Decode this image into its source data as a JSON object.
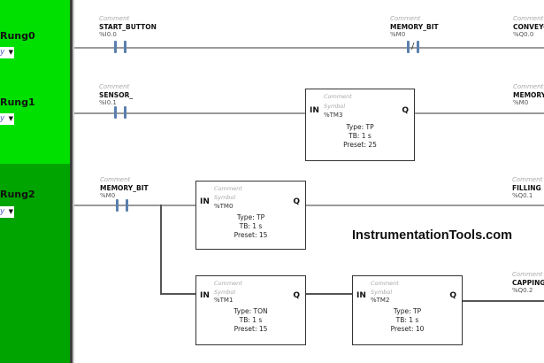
{
  "rungs": [
    {
      "label": "Rung0",
      "select_value": "y"
    },
    {
      "label": "Rung1",
      "select_value": "y"
    },
    {
      "label": "Rung2",
      "select_value": "y"
    }
  ],
  "comment_placeholder": "Comment",
  "symbol_placeholder": "Symbol",
  "rung0": {
    "contact1": {
      "comment": "Comment",
      "symbol": "START_BUTTON",
      "address": "%I0.0",
      "type": "normally-open"
    },
    "contact2": {
      "comment": "Comment",
      "symbol": "MEMORY_BIT",
      "address": "%M0",
      "type": "normally-closed"
    },
    "coil": {
      "comment": "Comment",
      "symbol": "CONVEYO",
      "address": "%Q0.0"
    }
  },
  "rung1": {
    "contact1": {
      "comment": "Comment",
      "symbol": "SENSOR_",
      "address": "%I0.1",
      "type": "normally-open"
    },
    "timer": {
      "comment": "Comment",
      "symbol": "Symbol",
      "address": "%TM3",
      "in": "IN",
      "q": "Q",
      "type": "Type: TP",
      "tb": "TB: 1 s",
      "preset": "Preset: 25"
    },
    "coil": {
      "comment": "Comment",
      "symbol": "MEMORY",
      "address": "%M0"
    }
  },
  "rung2": {
    "contact1": {
      "comment": "Comment",
      "symbol": "MEMORY_BIT",
      "address": "%M0",
      "type": "normally-open"
    },
    "timer0": {
      "comment": "Comment",
      "symbol": "Symbol",
      "address": "%TM0",
      "in": "IN",
      "q": "Q",
      "type": "Type: TP",
      "tb": "TB: 1 s",
      "preset": "Preset: 15"
    },
    "timer1": {
      "comment": "Comment",
      "symbol": "Symbol",
      "address": "%TM1",
      "in": "IN",
      "q": "Q",
      "type": "Type: TON",
      "tb": "TB: 1 s",
      "preset": "Preset: 15"
    },
    "timer2": {
      "comment": "Comment",
      "symbol": "Symbol",
      "address": "%TM2",
      "in": "IN",
      "q": "Q",
      "type": "Type: TP",
      "tb": "TB: 1 s",
      "preset": "Preset: 10"
    },
    "coil1": {
      "comment": "Comment",
      "symbol": "FILLING",
      "address": "%Q0.1"
    },
    "coil2": {
      "comment": "Comment",
      "symbol": "CAPPING",
      "address": "%Q0.2"
    }
  },
  "watermark": "InstrumentationTools.com",
  "colors": {
    "rung_active": "#00e000",
    "rung_selected": "#00a400",
    "contact": "#5a7fae"
  }
}
